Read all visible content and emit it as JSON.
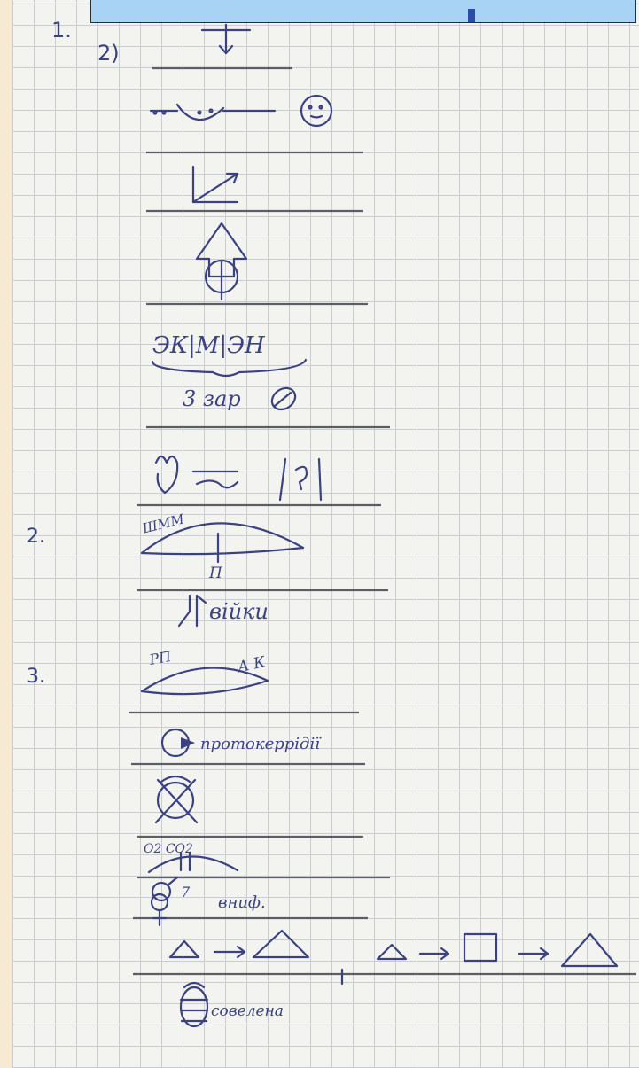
{
  "banner": {
    "accent": "#a9d3f5"
  },
  "sections": [
    {
      "number": "1."
    },
    {
      "number": "2)"
    },
    {
      "number": "2."
    },
    {
      "number": "3."
    }
  ],
  "labels": {
    "ek_m_en": "ЭК|М|ЭН",
    "zar": "3 зар",
    "shmm": "ШММ",
    "p": "П",
    "viiki": "війки",
    "rp": "РП",
    "ak": "А К",
    "protokeppidii": "протокеррідії",
    "o2_co2": "О2 СО2",
    "vnyf": "вниф.",
    "sovelena": "совелена"
  },
  "colors": {
    "ink": "#3b4280",
    "paper": "#f3f3ef",
    "grid": "#c9ccd3"
  }
}
